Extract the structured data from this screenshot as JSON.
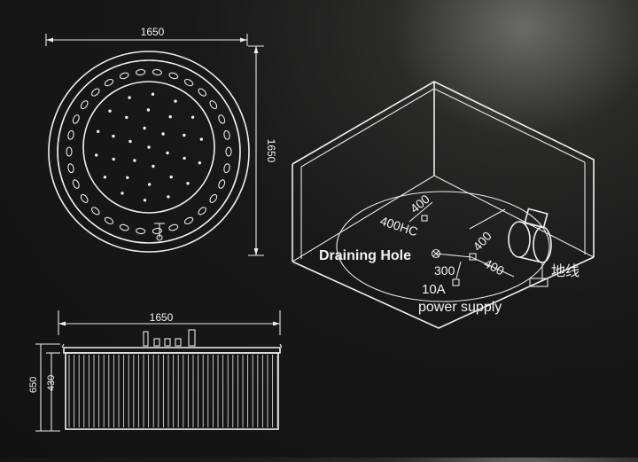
{
  "top_view": {
    "width_dim": "1650",
    "height_dim": "1650"
  },
  "side_view": {
    "width_dim": "1650",
    "total_height_dim": "650",
    "inner_height_dim": "430"
  },
  "install_view": {
    "dim_400_upper": "400",
    "label_400hc": "400HC",
    "dim_400_right": "400",
    "dim_300": "300",
    "dim_400_lower": "400",
    "draining_hole": "Draining Hole",
    "power_amp": "10A",
    "power_supply": "power supply",
    "ground_wire": "地线"
  }
}
